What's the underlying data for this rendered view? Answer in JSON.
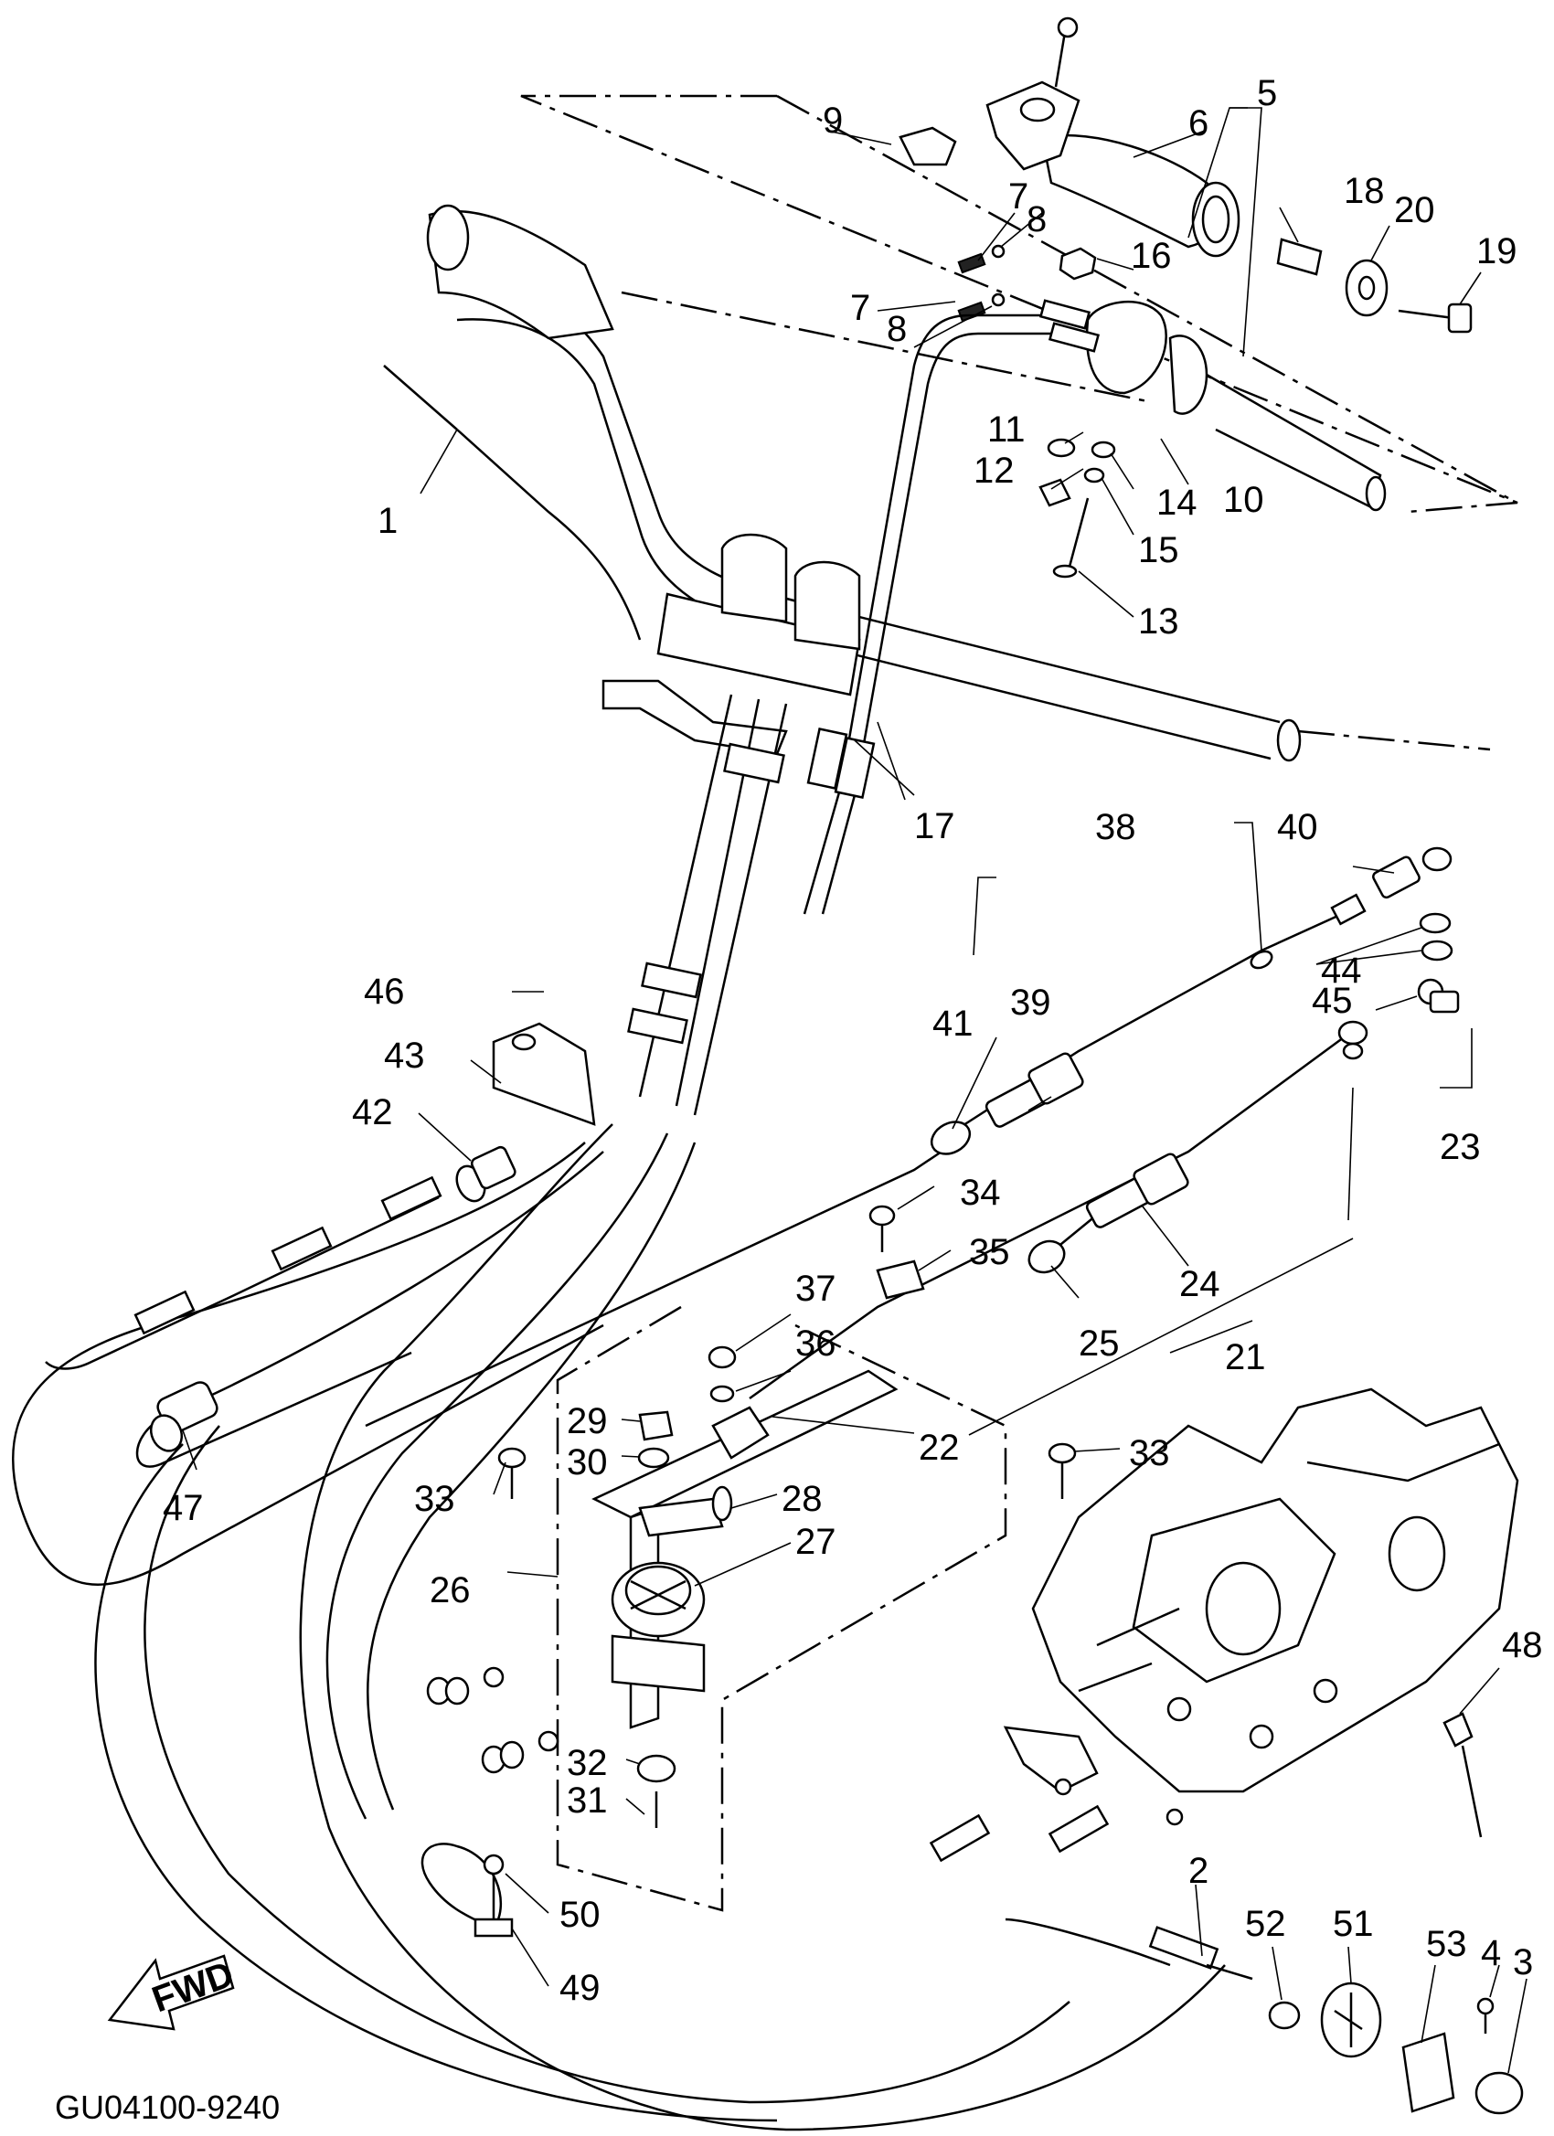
{
  "drawing_code": "GU04100-9240",
  "direction_label": "FWD",
  "callouts": [
    {
      "id": "1",
      "text": "1"
    },
    {
      "id": "2",
      "text": "2"
    },
    {
      "id": "3",
      "text": "3"
    },
    {
      "id": "4",
      "text": "4"
    },
    {
      "id": "5",
      "text": "5"
    },
    {
      "id": "6",
      "text": "6"
    },
    {
      "id": "7a",
      "text": "7"
    },
    {
      "id": "7b",
      "text": "7"
    },
    {
      "id": "8a",
      "text": "8"
    },
    {
      "id": "8b",
      "text": "8"
    },
    {
      "id": "9",
      "text": "9"
    },
    {
      "id": "10",
      "text": "10"
    },
    {
      "id": "11",
      "text": "11"
    },
    {
      "id": "12",
      "text": "12"
    },
    {
      "id": "13",
      "text": "13"
    },
    {
      "id": "14",
      "text": "14"
    },
    {
      "id": "15",
      "text": "15"
    },
    {
      "id": "16",
      "text": "16"
    },
    {
      "id": "17",
      "text": "17"
    },
    {
      "id": "18",
      "text": "18"
    },
    {
      "id": "19",
      "text": "19"
    },
    {
      "id": "20",
      "text": "20"
    },
    {
      "id": "21",
      "text": "21"
    },
    {
      "id": "22",
      "text": "22"
    },
    {
      "id": "23",
      "text": "23"
    },
    {
      "id": "24",
      "text": "24"
    },
    {
      "id": "25",
      "text": "25"
    },
    {
      "id": "26",
      "text": "26"
    },
    {
      "id": "27",
      "text": "27"
    },
    {
      "id": "28",
      "text": "28"
    },
    {
      "id": "29",
      "text": "29"
    },
    {
      "id": "30",
      "text": "30"
    },
    {
      "id": "31",
      "text": "31"
    },
    {
      "id": "32",
      "text": "32"
    },
    {
      "id": "33a",
      "text": "33"
    },
    {
      "id": "33b",
      "text": "33"
    },
    {
      "id": "34",
      "text": "34"
    },
    {
      "id": "35",
      "text": "35"
    },
    {
      "id": "36",
      "text": "36"
    },
    {
      "id": "37",
      "text": "37"
    },
    {
      "id": "38",
      "text": "38"
    },
    {
      "id": "39",
      "text": "39"
    },
    {
      "id": "40",
      "text": "40"
    },
    {
      "id": "41",
      "text": "41"
    },
    {
      "id": "42",
      "text": "42"
    },
    {
      "id": "43",
      "text": "43"
    },
    {
      "id": "44",
      "text": "44"
    },
    {
      "id": "45",
      "text": "45"
    },
    {
      "id": "46",
      "text": "46"
    },
    {
      "id": "47",
      "text": "47"
    },
    {
      "id": "48",
      "text": "48"
    },
    {
      "id": "49",
      "text": "49"
    },
    {
      "id": "50",
      "text": "50"
    },
    {
      "id": "51",
      "text": "51"
    },
    {
      "id": "52",
      "text": "52"
    },
    {
      "id": "53",
      "text": "53"
    }
  ]
}
